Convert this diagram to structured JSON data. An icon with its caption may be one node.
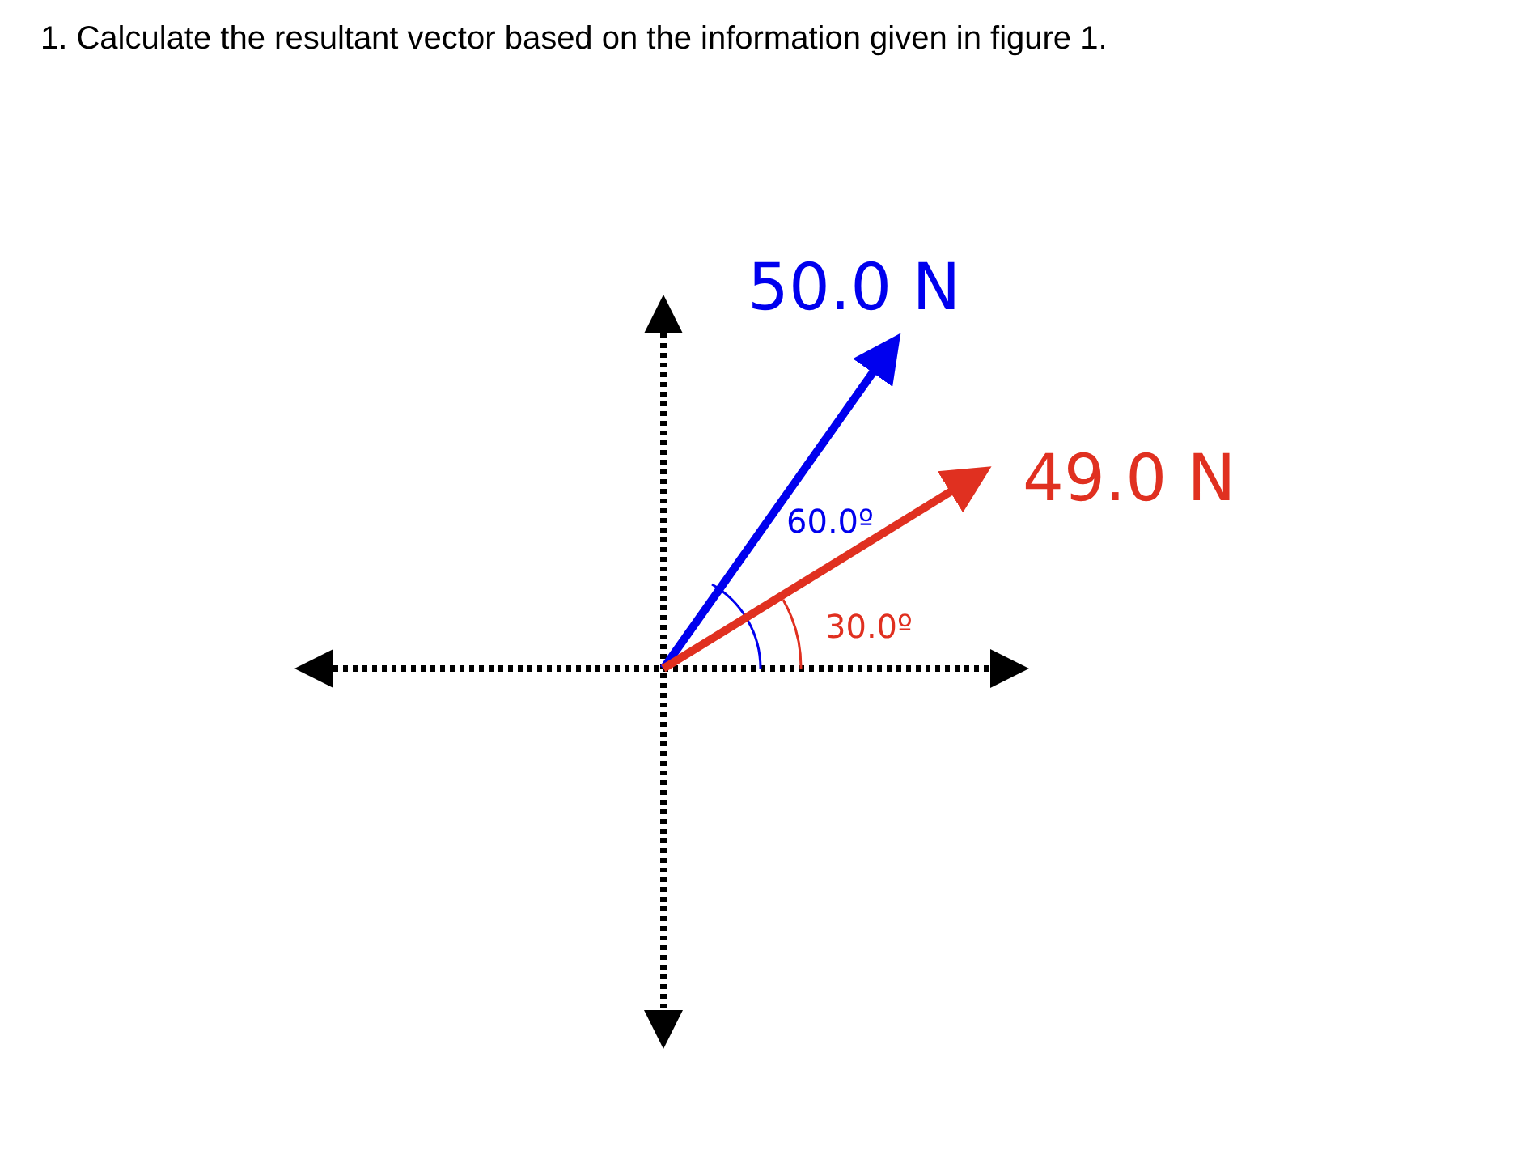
{
  "diagram": {
    "title": "1.  Calculate the resultant vector based on the information given in figure 1.",
    "labels": [
      "50.0 N",
      "49.0 N",
      "60.0º",
      "30.0º"
    ]
  }
}
